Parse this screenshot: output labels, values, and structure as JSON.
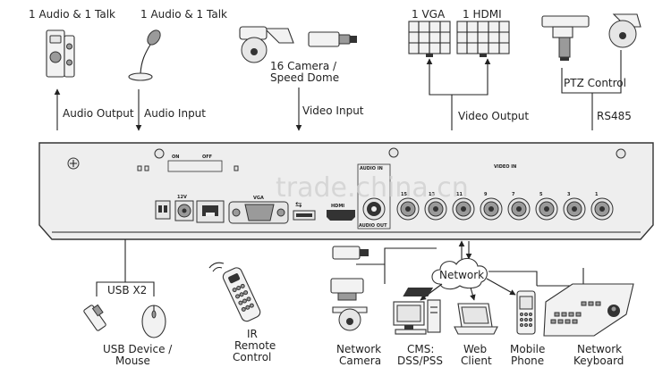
{
  "top": {
    "audio_output_title": "1 Audio  & 1 Talk",
    "audio_input_title": "1 Audio & 1 Talk",
    "audio_output_label": "Audio  Output",
    "audio_input_label": "Audio  Input",
    "camera_label_line1": "16 Camera /",
    "camera_label_line2": "Speed Dome",
    "video_input_label": "Video Input",
    "vga_title": "1 VGA",
    "hdmi_title": "1 HDMI",
    "video_output_label": "Video Output",
    "ptz_label": "PTZ Control",
    "rs485_label": "RS485"
  },
  "panel": {
    "dip_on": "ON",
    "dip_off": "OFF",
    "power_label": "12V",
    "vga_port_label": "VGA",
    "hdmi_port_label": "HDMI",
    "audio_in_label": "AUDIO IN",
    "audio_out_label": "AUDIO OUT",
    "video_in_label": "VIDEO IN",
    "port_numbers": [
      "15",
      "13",
      "11",
      "9",
      "7",
      "5",
      "3",
      "1"
    ]
  },
  "bottom": {
    "usb_label": "USB X2",
    "usb_device_line1": "USB Device /",
    "usb_device_line2": "Mouse",
    "ir_line1": "IR",
    "ir_line2": "Remote",
    "ir_line3": "Control",
    "network_label": "Network",
    "net_camera_line1": "Network",
    "net_camera_line2": "Camera",
    "cms_line1": "CMS:",
    "cms_line2": "DSS/PSS",
    "web_line1": "Web",
    "web_line2": "Client",
    "mobile_line1": "Mobile",
    "mobile_line2": "Phone",
    "keyboard_line1": "Network",
    "keyboard_line2": "Keyboard"
  },
  "watermark": "trade.china.cn",
  "colors": {
    "line": "#222222",
    "device_fill": "#f2f2f2",
    "panel": "#eeeeee"
  }
}
